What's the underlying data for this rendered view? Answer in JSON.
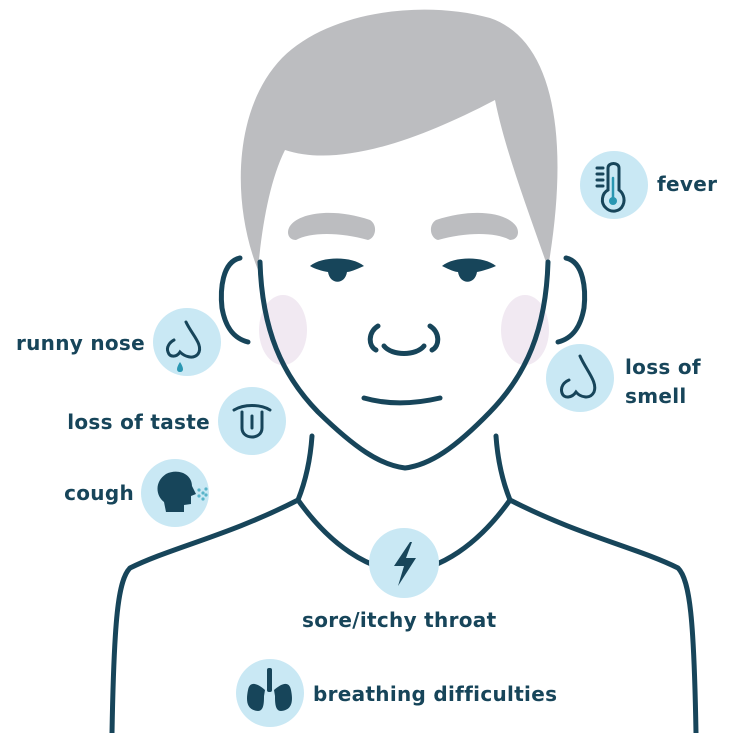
{
  "symptoms": {
    "fever": "fever",
    "runny_nose": "runny nose",
    "loss_of_smell_line1": "loss of",
    "loss_of_smell_line2": "smell",
    "loss_of_taste": "loss of taste",
    "cough": "cough",
    "sore_throat": "sore/itchy throat",
    "breathing": "breathing difficulties"
  },
  "colors": {
    "outline": "#17455a",
    "hair": "#bcbdc0",
    "icon_circle": "#c9e8f4",
    "icon_dark": "#17455a",
    "cheek": "#f1e9f2",
    "spray": "#5ab4c9"
  },
  "icons": {
    "fever": "thermometer-icon",
    "runny_nose": "runny-nose-icon",
    "loss_of_smell": "nose-icon",
    "loss_of_taste": "tongue-icon",
    "cough": "cough-head-icon",
    "sore_throat": "lightning-bolt-icon",
    "breathing": "lungs-icon"
  }
}
